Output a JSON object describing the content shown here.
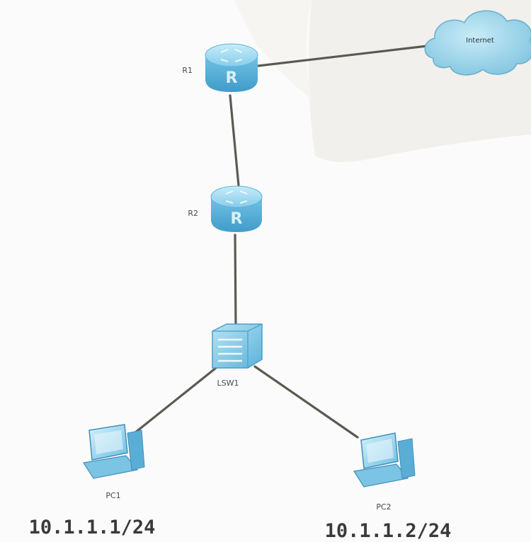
{
  "diagram": {
    "nodes": {
      "internet": {
        "label": "Internet",
        "kind": "cloud"
      },
      "r1": {
        "label": "R1",
        "kind": "router"
      },
      "r2": {
        "label": "R2",
        "kind": "router"
      },
      "lsw1": {
        "label": "LSW1",
        "kind": "switch"
      },
      "pc1": {
        "label": "PC1",
        "kind": "pc",
        "address": "10.1.1.1/24"
      },
      "pc2": {
        "label": "PC2",
        "kind": "pc",
        "address": "10.1.1.2/24"
      }
    },
    "links": [
      {
        "from": "R1",
        "to": "Internet"
      },
      {
        "from": "R1",
        "to": "R2"
      },
      {
        "from": "R2",
        "to": "LSW1"
      },
      {
        "from": "LSW1",
        "to": "PC1"
      },
      {
        "from": "LSW1",
        "to": "PC2"
      }
    ],
    "colors": {
      "device_fill": "#8fd3ee",
      "device_dark": "#4aa6d2",
      "cloud_fill": "#a9dcec",
      "link": "#5a5a52"
    }
  }
}
